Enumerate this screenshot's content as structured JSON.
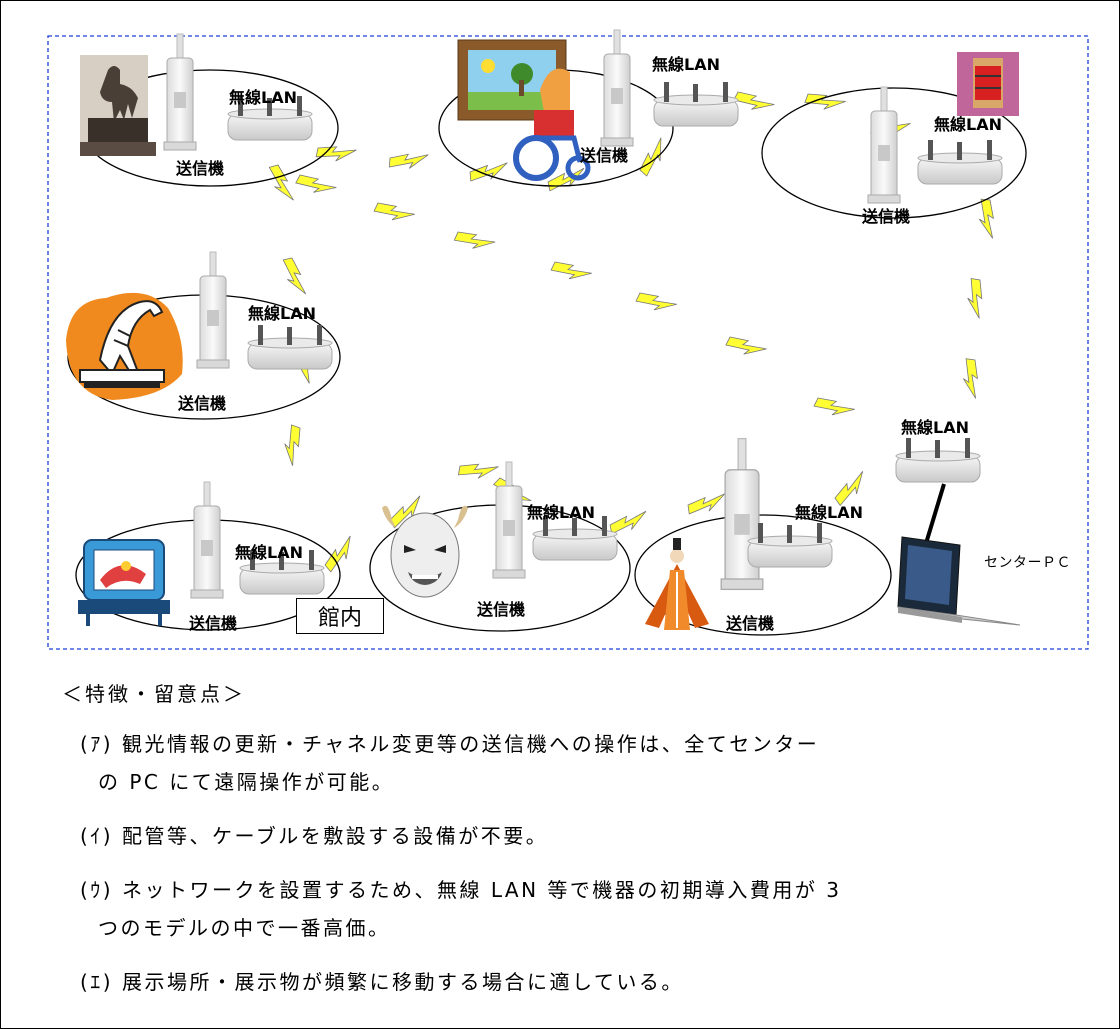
{
  "diagram": {
    "building_label": "館内",
    "wireless_lan": "無線LAN",
    "transmitter": "送信機",
    "center_pc": "センターＰＣ",
    "lightning_color": "#ffff33",
    "frame_color": "#1f3fd6"
  },
  "exhibits": [
    {
      "icon": "statue-icon"
    },
    {
      "icon": "painting-viewer-icon"
    },
    {
      "icon": "spool-icon"
    },
    {
      "icon": "dinosaur-skeleton-icon"
    },
    {
      "icon": "museum-display-icon"
    },
    {
      "icon": "noh-mask-icon"
    },
    {
      "icon": "kimono-figure-icon"
    }
  ],
  "notes": {
    "heading": "＜特徴・留意点＞",
    "items": [
      {
        "line1": "(ｱ) 観光情報の更新・チャネル変更等の送信機への操作は、全てセンター",
        "line2": "の PC にて遠隔操作が可能。"
      },
      {
        "line1": "(ｲ) 配管等、ケーブルを敷設する設備が不要。"
      },
      {
        "line1": "(ｳ) ネットワークを設置するため、無線 LAN 等で機器の初期導入費用が 3",
        "line2": "つのモデルの中で一番高価。"
      },
      {
        "line1": "(ｴ) 展示場所・展示物が頻繁に移動する場合に適している。"
      }
    ]
  }
}
